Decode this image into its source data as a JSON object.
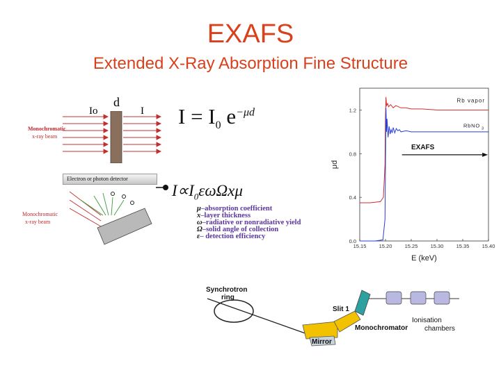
{
  "header": {
    "title": "EXAFS",
    "subtitle": "Extended X-Ray Absorption Fine Structure"
  },
  "transmission": {
    "i0_label": "Io",
    "d_label": "d",
    "i_label": "I",
    "beam_label_line1": "Monochromatic",
    "beam_label_line2": "x-ray beam",
    "formula_main": "I = I",
    "formula_sub": "0",
    "formula_exp_base": " e",
    "formula_exp": "−μd"
  },
  "fluorescence": {
    "detector_label": "Electron or photon detector",
    "beam_label_line1": "Monochromatic",
    "beam_label_line2": "x-ray beam",
    "formula_left": "I∝I",
    "formula_sub": "0",
    "formula_right": "εωΩxμ",
    "legend": [
      {
        "symbol": "μ",
        "text": "–absorption coefficient"
      },
      {
        "symbol": "x",
        "text": "–layer thickness"
      },
      {
        "symbol": "ω",
        "text": "–radiative or nonradiative yield"
      },
      {
        "symbol": "Ω",
        "text": "–solid angle of collection"
      },
      {
        "symbol": "ε",
        "text": "– detection efficiency"
      }
    ]
  },
  "beamline": {
    "synchrotron_line1": "Synchrotron",
    "synchrotron_line2": "ring",
    "mirror": "Mirror",
    "slit": "Slit 1",
    "monochromator": "Monochromator",
    "chambers_line1": "Ionisation",
    "chambers_line2": "chambers"
  },
  "chart_data": {
    "type": "line",
    "title": "",
    "xlabel": "E (keV)",
    "ylabel": "μd",
    "xlim": [
      15.15,
      15.4
    ],
    "ylim": [
      0.0,
      1.4
    ],
    "x_ticks": [
      "15.15",
      "15.20",
      "15.25",
      "15.30",
      "15.35",
      "15.40"
    ],
    "y_ticks": [
      "0.0",
      "0.4",
      "0.8",
      "1.2"
    ],
    "annotation": "EXAFS",
    "series": [
      {
        "name": "Rb vapor",
        "color": "#d42a2a",
        "x": [
          15.15,
          15.17,
          15.19,
          15.196,
          15.199,
          15.2,
          15.201,
          15.202,
          15.204,
          15.206,
          15.21,
          15.215,
          15.22,
          15.23,
          15.24,
          15.25,
          15.27,
          15.3,
          15.33,
          15.36,
          15.4
        ],
        "y": [
          0.35,
          0.35,
          0.36,
          0.4,
          0.7,
          1.15,
          1.32,
          1.24,
          1.26,
          1.23,
          1.25,
          1.22,
          1.24,
          1.22,
          1.22,
          1.21,
          1.21,
          1.2,
          1.2,
          1.2,
          1.2
        ]
      },
      {
        "name": "RbNO3",
        "color": "#2a3fd4",
        "x": [
          15.15,
          15.18,
          15.195,
          15.199,
          15.2,
          15.201,
          15.202,
          15.203,
          15.205,
          15.207,
          15.209,
          15.211,
          15.213,
          15.215,
          15.218,
          15.221,
          15.224,
          15.227,
          15.23,
          15.24,
          15.25,
          15.27,
          15.3,
          15.35,
          15.4
        ],
        "y": [
          0.0,
          0.0,
          0.01,
          0.2,
          0.7,
          1.22,
          1.0,
          1.12,
          0.95,
          1.05,
          0.98,
          1.02,
          0.99,
          1.04,
          0.99,
          1.03,
          1.01,
          1.02,
          1.0,
          1.01,
          1.0,
          1.0,
          1.0,
          1.0,
          1.0
        ]
      }
    ],
    "legend_labels": [
      "Rb vapor",
      "RbNO",
      "3"
    ]
  }
}
